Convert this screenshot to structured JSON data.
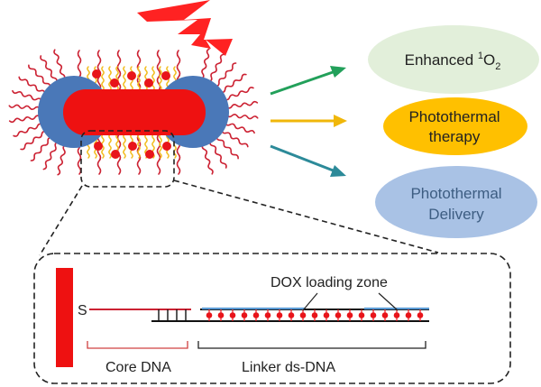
{
  "outcomes": {
    "singlet_oxygen": {
      "prefix": "Enhanced ",
      "sup": "1",
      "element": "O",
      "sub": "2",
      "fill": "#e2efda"
    },
    "photothermal_therapy": {
      "line1": "Photothermal",
      "line2": "therapy",
      "fill": "#ffc000"
    },
    "photothermal_delivery": {
      "line1": "Photothermal",
      "line2": "Delivery",
      "fill": "#a9c2e5"
    }
  },
  "arrows": {
    "top": "#22a05a",
    "middle": "#f0b70a",
    "bottom": "#2c8a99"
  },
  "inset": {
    "sulfur_label": "S",
    "dox_zone_label": "DOX loading zone",
    "core_dna_label": "Core DNA",
    "linker_label": "Linker ds-DNA"
  },
  "colors": {
    "gold_rod": "#ee1111",
    "end_caps": "#4a78b8",
    "dna_strand": "#cc2233",
    "linker_yellow": "#f2bc1c",
    "dox_drug": "#e8141a",
    "lightning": "#ff2222",
    "bracket_core": "#d04040",
    "loading_zone_strand": "#5b9bd5"
  }
}
